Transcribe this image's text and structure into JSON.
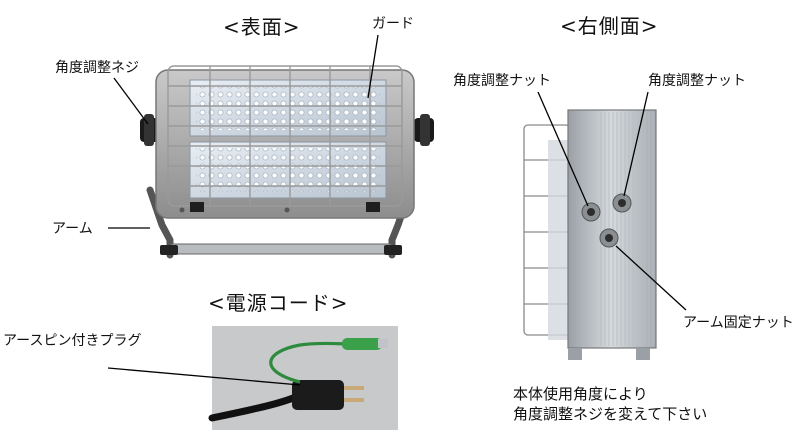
{
  "front": {
    "heading": "<表面>",
    "labels": {
      "guard": "ガード",
      "angle_screw": "角度調整ネジ",
      "arm": "アーム"
    }
  },
  "side": {
    "heading": "<右側面>",
    "labels": {
      "angle_nut_left": "角度調整ナット",
      "angle_nut_right": "角度調整ナット",
      "arm_fixing_nut": "アーム固定ナット"
    },
    "note_lines": [
      "本体使用角度により",
      "角度調整ネジを変えて下さい"
    ]
  },
  "cord": {
    "heading": "<電源コード>",
    "labels": {
      "ground_plug": "アースピン付きプラグ"
    }
  }
}
